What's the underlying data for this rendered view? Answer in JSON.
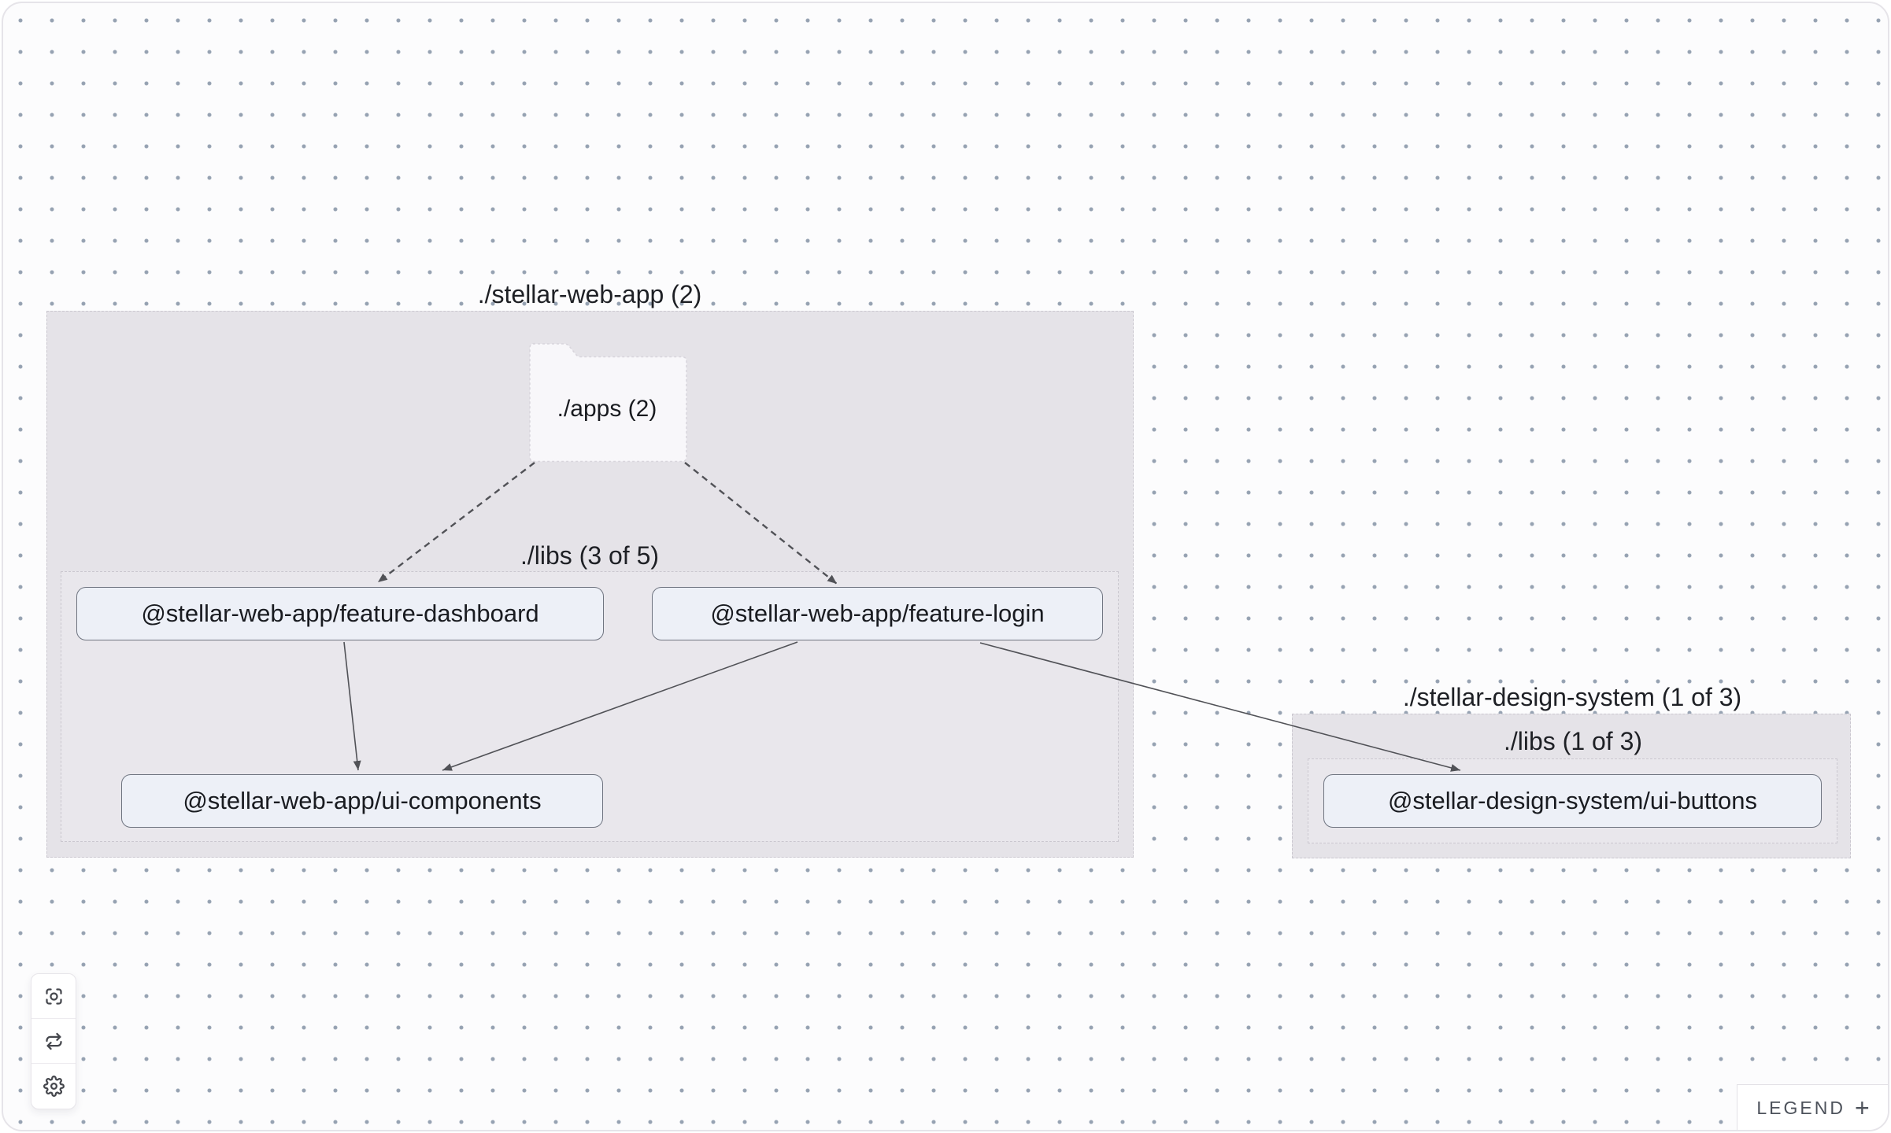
{
  "app": "project dependency graph viewer",
  "clusters": {
    "stellar_web_app": {
      "label": "./stellar-web-app (2)"
    },
    "web_app_libs": {
      "label": "./libs (3 of 5)"
    },
    "stellar_design_system": {
      "label": "./stellar-design-system (1 of 3)"
    },
    "design_system_libs": {
      "label": "./libs (1 of 3)"
    }
  },
  "nodes": {
    "apps_folder": {
      "label": "./apps (2)",
      "type": "folder"
    },
    "feature_dashboard": {
      "label": "@stellar-web-app/feature-dashboard",
      "type": "project"
    },
    "feature_login": {
      "label": "@stellar-web-app/feature-login",
      "type": "project"
    },
    "ui_components": {
      "label": "@stellar-web-app/ui-components",
      "type": "project"
    },
    "ui_buttons": {
      "label": "@stellar-design-system/ui-buttons",
      "type": "project"
    }
  },
  "edges": [
    {
      "from": "./apps (2)",
      "to": "@stellar-web-app/feature-dashboard",
      "style": "dashed"
    },
    {
      "from": "./apps (2)",
      "to": "@stellar-web-app/feature-login",
      "style": "dashed"
    },
    {
      "from": "@stellar-web-app/feature-dashboard",
      "to": "@stellar-web-app/ui-components",
      "style": "solid"
    },
    {
      "from": "@stellar-web-app/feature-login",
      "to": "@stellar-web-app/ui-components",
      "style": "solid"
    },
    {
      "from": "@stellar-web-app/feature-login",
      "to": "@stellar-design-system/ui-buttons",
      "style": "solid"
    }
  ],
  "controls": {
    "icons": [
      "focus-center-icon",
      "refresh-icon",
      "settings-gear-icon"
    ]
  },
  "legend": {
    "label": "LEGEND",
    "plus": "+"
  },
  "colors": {
    "canvas_bg": "#fcfcfd",
    "dot": "#96a2b2",
    "canvas_border": "#e6e4e9",
    "cluster_bg": "#e5e3e8",
    "subcluster_bg": "#e9e7ec",
    "cluster_border": "#cac7cf",
    "folder_bg": "#f8f7fa",
    "folder_border": "#d8d5dc",
    "node_bg": "#edf0f7",
    "node_border": "#6f7480",
    "node_text": "#191b20",
    "label_text": "#1e2025",
    "edge": "#515257",
    "panel_bg": "#ffffff",
    "panel_border": "#e7e5ea",
    "icon": "#45474d",
    "legend_text": "#4d525b"
  }
}
